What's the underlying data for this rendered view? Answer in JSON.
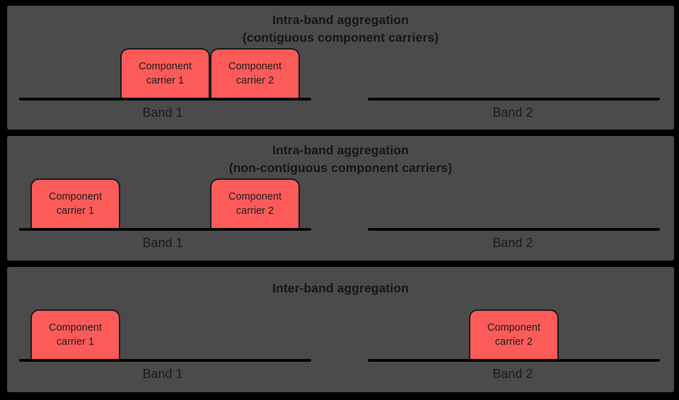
{
  "diagram": {
    "description": "Carrier aggregation types diagram",
    "colors": {
      "page_background": "#000000",
      "panel_background": "#4b4b4b",
      "carrier_fill": "#fc5b59",
      "carrier_border": "#1c1c1c",
      "band_line": "#060606",
      "text": "#1b1b1b"
    },
    "panels": [
      {
        "title_line1": "Intra-band aggregation",
        "title_line2": "(contiguous component carriers)",
        "bands": [
          {
            "label": "Band 1",
            "carriers": [
              {
                "label": "Component carrier 1",
                "placement": "adjacent-pair-left"
              },
              {
                "label": "Component carrier 2",
                "placement": "adjacent-pair-right"
              }
            ]
          },
          {
            "label": "Band 2",
            "carriers": []
          }
        ]
      },
      {
        "title_line1": "Intra-band aggregation",
        "title_line2": "(non-contiguous component carriers)",
        "bands": [
          {
            "label": "Band 1",
            "carriers": [
              {
                "label": "Component carrier 1",
                "placement": "left-edge"
              },
              {
                "label": "Component carrier 2",
                "placement": "separated-right"
              }
            ]
          },
          {
            "label": "Band 2",
            "carriers": []
          }
        ]
      },
      {
        "title_line1": "Inter-band aggregation",
        "title_line2": "",
        "bands": [
          {
            "label": "Band 1",
            "carriers": [
              {
                "label": "Component carrier 1",
                "placement": "left-edge"
              }
            ]
          },
          {
            "label": "Band 2",
            "carriers": [
              {
                "label": "Component carrier 2",
                "placement": "center"
              }
            ]
          }
        ]
      }
    ]
  }
}
